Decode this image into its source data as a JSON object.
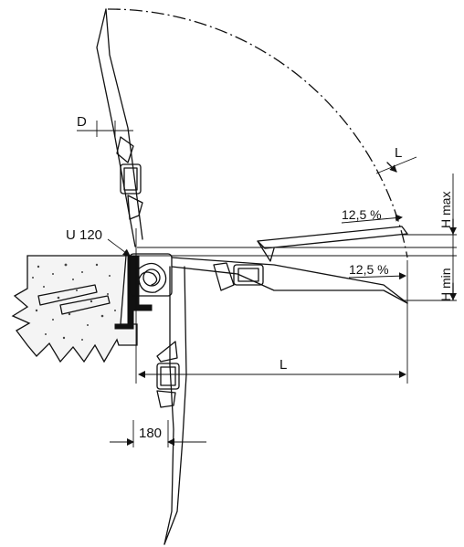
{
  "labels": {
    "d": "D",
    "u120": "U 120",
    "l_arc": "L",
    "slope_top": "12,5 %",
    "slope_bottom": "12,5 %",
    "h_max": "H max",
    "h_min": "H min",
    "l_bottom": "L",
    "dim_180": "180"
  },
  "colors": {
    "line": "#111111",
    "background": "#ffffff"
  },
  "icons": {
    "hinge": "hinge-roller-icon",
    "wall": "concrete-wall-icon"
  }
}
